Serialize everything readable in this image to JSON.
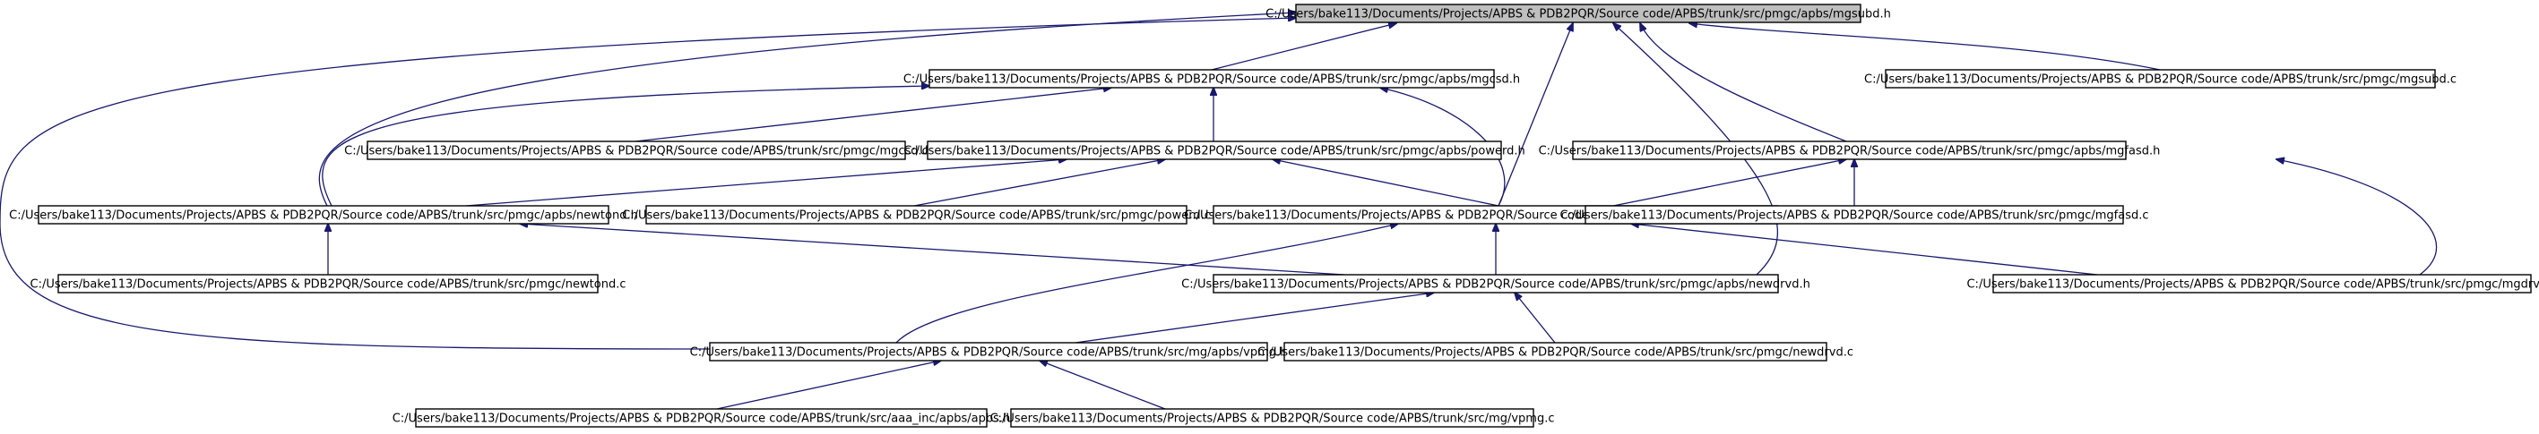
{
  "graph": {
    "direction": "bottom-to-top include dependency graph",
    "root": "mgsubd_h",
    "nodes": [
      {
        "id": "mgsubd_h",
        "label": "C:/Users/bake113/Documents/Projects/APBS & PDB2PQR/Source code/APBS/trunk/src/pmgc/apbs/mgsubd.h",
        "highlighted": true
      },
      {
        "id": "mgcsd_h",
        "label": "C:/Users/bake113/Documents/Projects/APBS & PDB2PQR/Source code/APBS/trunk/src/pmgc/apbs/mgcsd.h"
      },
      {
        "id": "mgsubd_c",
        "label": "C:/Users/bake113/Documents/Projects/APBS & PDB2PQR/Source code/APBS/trunk/src/pmgc/mgsubd.c"
      },
      {
        "id": "mgcsd_c",
        "label": "C:/Users/bake113/Documents/Projects/APBS & PDB2PQR/Source code/APBS/trunk/src/pmgc/mgcsd.c"
      },
      {
        "id": "powerd_h",
        "label": "C:/Users/bake113/Documents/Projects/APBS & PDB2PQR/Source code/APBS/trunk/src/pmgc/apbs/powerd.h"
      },
      {
        "id": "mgfasd_h",
        "label": "C:/Users/bake113/Documents/Projects/APBS & PDB2PQR/Source code/APBS/trunk/src/pmgc/apbs/mgfasd.h"
      },
      {
        "id": "newtond_h",
        "label": "C:/Users/bake113/Documents/Projects/APBS & PDB2PQR/Source code/APBS/trunk/src/pmgc/apbs/newtond.h"
      },
      {
        "id": "powerd_c",
        "label": "C:/Users/bake113/Documents/Projects/APBS & PDB2PQR/Source code/APBS/trunk/src/pmgc/powerd.c"
      },
      {
        "id": "mgdrvd_h",
        "label": "C:/Users/bake113/Documents/Projects/APBS & PDB2PQR/Source code/APBS/trunk/src/pmgc/apbs/mgdrvd.h"
      },
      {
        "id": "mgfasd_c",
        "label": "C:/Users/bake113/Documents/Projects/APBS & PDB2PQR/Source code/APBS/trunk/src/pmgc/mgfasd.c"
      },
      {
        "id": "newtond_c",
        "label": "C:/Users/bake113/Documents/Projects/APBS & PDB2PQR/Source code/APBS/trunk/src/pmgc/newtond.c"
      },
      {
        "id": "newdrvd_h",
        "label": "C:/Users/bake113/Documents/Projects/APBS & PDB2PQR/Source code/APBS/trunk/src/pmgc/apbs/newdrvd.h"
      },
      {
        "id": "mgdrvd_c",
        "label": "C:/Users/bake113/Documents/Projects/APBS & PDB2PQR/Source code/APBS/trunk/src/pmgc/mgdrvd.c"
      },
      {
        "id": "vpmg_h",
        "label": "C:/Users/bake113/Documents/Projects/APBS & PDB2PQR/Source code/APBS/trunk/src/mg/apbs/vpmg.h"
      },
      {
        "id": "newdrvd_c",
        "label": "C:/Users/bake113/Documents/Projects/APBS & PDB2PQR/Source code/APBS/trunk/src/pmgc/newdrvd.c"
      },
      {
        "id": "apbs_h",
        "label": "C:/Users/bake113/Documents/Projects/APBS & PDB2PQR/Source code/APBS/trunk/src/aaa_inc/apbs/apbs.h"
      },
      {
        "id": "vpmg_c",
        "label": "C:/Users/bake113/Documents/Projects/APBS & PDB2PQR/Source code/APBS/trunk/src/mg/vpmg.c"
      }
    ],
    "edges": [
      {
        "from": "mgcsd_h",
        "to": "mgsubd_h"
      },
      {
        "from": "mgsubd_c",
        "to": "mgsubd_h"
      },
      {
        "from": "mgfasd_h",
        "to": "mgsubd_h"
      },
      {
        "from": "newtond_h",
        "to": "mgsubd_h"
      },
      {
        "from": "mgdrvd_h",
        "to": "mgsubd_h"
      },
      {
        "from": "newdrvd_h",
        "to": "mgsubd_h"
      },
      {
        "from": "vpmg_h",
        "to": "mgsubd_h"
      },
      {
        "from": "mgcsd_c",
        "to": "mgcsd_h"
      },
      {
        "from": "powerd_h",
        "to": "mgcsd_h"
      },
      {
        "from": "newtond_h",
        "to": "mgcsd_h"
      },
      {
        "from": "mgdrvd_h",
        "to": "mgcsd_h"
      },
      {
        "from": "newtond_h",
        "to": "powerd_h"
      },
      {
        "from": "powerd_c",
        "to": "powerd_h"
      },
      {
        "from": "mgdrvd_h",
        "to": "powerd_h"
      },
      {
        "from": "mgdrvd_h",
        "to": "mgfasd_h"
      },
      {
        "from": "mgfasd_c",
        "to": "mgfasd_h"
      },
      {
        "from": "mgdrvd_c",
        "to": "mgfasd_h"
      },
      {
        "from": "newtond_c",
        "to": "newtond_h"
      },
      {
        "from": "newdrvd_h",
        "to": "newtond_h"
      },
      {
        "from": "newdrvd_h",
        "to": "mgdrvd_h"
      },
      {
        "from": "vpmg_h",
        "to": "mgdrvd_h"
      },
      {
        "from": "mgdrvd_c",
        "to": "mgdrvd_h"
      },
      {
        "from": "vpmg_h",
        "to": "newdrvd_h"
      },
      {
        "from": "newdrvd_c",
        "to": "newdrvd_h"
      },
      {
        "from": "apbs_h",
        "to": "vpmg_h"
      },
      {
        "from": "vpmg_c",
        "to": "vpmg_h"
      }
    ]
  },
  "colors": {
    "edge": "#191970",
    "node_border": "#000000",
    "root_fill": "#bfbfbf",
    "node_fill": "#ffffff"
  }
}
